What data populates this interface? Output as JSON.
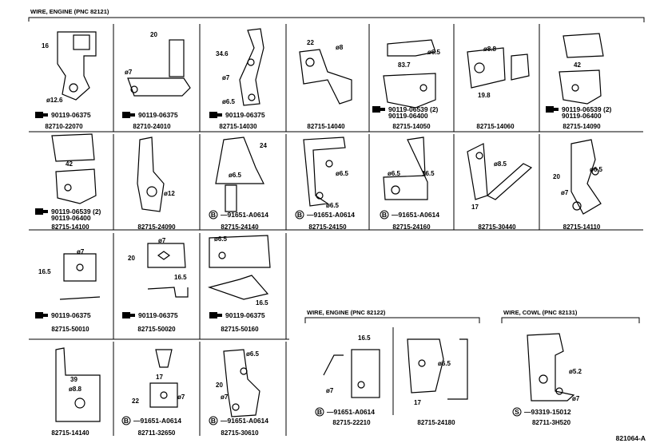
{
  "groups": [
    {
      "title": "WIRE, ENGINE (PNC 82121)"
    },
    {
      "title": "WIRE, ENGINE (PNC 82122)"
    },
    {
      "title": "WIRE, COWL (PNC 82131)"
    }
  ],
  "drawing_id": "821064-A",
  "cells": [
    {
      "id": "c1",
      "part": "82710-22070",
      "dims": [
        "16",
        "ø12.6"
      ],
      "fasteners": [
        {
          "type": "bolt",
          "number": "90119-06375"
        }
      ]
    },
    {
      "id": "c2",
      "part": "82710-24010",
      "dims": [
        "20",
        "ø7"
      ],
      "fasteners": [
        {
          "type": "bolt",
          "number": "90119-06375"
        }
      ]
    },
    {
      "id": "c3",
      "part": "82715-14030",
      "dims": [
        "34.6",
        "ø7",
        "ø6.5"
      ],
      "fasteners": [
        {
          "type": "bolt",
          "number": "90119-06375"
        }
      ]
    },
    {
      "id": "c4",
      "part": "82715-14040",
      "dims": [
        "22",
        "ø8"
      ],
      "fasteners": []
    },
    {
      "id": "c5",
      "part": "82715-14050",
      "dims": [
        "ø6.5",
        "83.7"
      ],
      "fasteners": [
        {
          "type": "bolt",
          "number": "90119-06539 (2)"
        },
        {
          "type": "plain",
          "number": "90119-06400"
        }
      ]
    },
    {
      "id": "c6",
      "part": "82715-14060",
      "dims": [
        "ø8.8",
        "19.8"
      ],
      "fasteners": []
    },
    {
      "id": "c7",
      "part": "82715-14090",
      "dims": [
        "42"
      ],
      "fasteners": [
        {
          "type": "bolt",
          "number": "90119-06539 (2)"
        },
        {
          "type": "plain",
          "number": "90119-06400"
        }
      ]
    },
    {
      "id": "c8",
      "part": "82715-14100",
      "dims": [
        "42"
      ],
      "fasteners": [
        {
          "type": "bolt",
          "number": "90119-06539 (2)"
        },
        {
          "type": "plain",
          "number": "90119-06400"
        }
      ]
    },
    {
      "id": "c9",
      "part": "82715-24090",
      "dims": [
        "ø12"
      ],
      "fasteners": []
    },
    {
      "id": "c10",
      "part": "82715-24140",
      "dims": [
        "24",
        "ø6.5"
      ],
      "fasteners": [
        {
          "type": "B",
          "number": "91651-A0614"
        }
      ]
    },
    {
      "id": "c11",
      "part": "82715-24150",
      "dims": [
        "ø6.5",
        "ø6.5"
      ],
      "fasteners": [
        {
          "type": "B",
          "number": "91651-A0614"
        }
      ]
    },
    {
      "id": "c12",
      "part": "82715-24160",
      "dims": [
        "ø6.5",
        "16.5"
      ],
      "fasteners": [
        {
          "type": "B",
          "number": "91651-A0614"
        }
      ]
    },
    {
      "id": "c13",
      "part": "82715-30440",
      "dims": [
        "ø8.5",
        "17"
      ],
      "fasteners": []
    },
    {
      "id": "c14",
      "part": "82715-14110",
      "dims": [
        "20",
        "ø6.5",
        "ø7"
      ],
      "fasteners": []
    },
    {
      "id": "c15",
      "part": "82715-50010",
      "dims": [
        "ø7",
        "16.5"
      ],
      "fasteners": [
        {
          "type": "bolt",
          "number": "90119-06375"
        }
      ]
    },
    {
      "id": "c16",
      "part": "82715-50020",
      "dims": [
        "ø7",
        "20",
        "16.5"
      ],
      "fasteners": [
        {
          "type": "bolt",
          "number": "90119-06375"
        }
      ]
    },
    {
      "id": "c17",
      "part": "82715-50160",
      "dims": [
        "ø6.5",
        "16.5"
      ],
      "fasteners": [
        {
          "type": "bolt",
          "number": "90119-06375"
        }
      ]
    },
    {
      "id": "c18",
      "part": "82715-14140",
      "dims": [
        "39",
        "ø8.8"
      ],
      "fasteners": []
    },
    {
      "id": "c19",
      "part": "82711-32650",
      "dims": [
        "17",
        "22",
        "ø7"
      ],
      "fasteners": [
        {
          "type": "B",
          "number": "91651-A0614"
        }
      ]
    },
    {
      "id": "c20",
      "part": "82715-30610",
      "dims": [
        "ø6.5",
        "20",
        "ø7"
      ],
      "fasteners": [
        {
          "type": "B",
          "number": "91651-A0614"
        }
      ]
    },
    {
      "id": "c21",
      "part": "82715-22210",
      "dims": [
        "16.5",
        "ø7"
      ],
      "fasteners": [
        {
          "type": "B",
          "number": "91651-A0614"
        }
      ]
    },
    {
      "id": "c22",
      "part": "82715-24180",
      "dims": [
        "ø6.5",
        "17"
      ],
      "fasteners": []
    },
    {
      "id": "c23",
      "part": "82711-3H520",
      "dims": [
        "ø5.2",
        "ø7"
      ],
      "fasteners": [
        {
          "type": "S",
          "number": "93319-15012"
        }
      ]
    }
  ]
}
